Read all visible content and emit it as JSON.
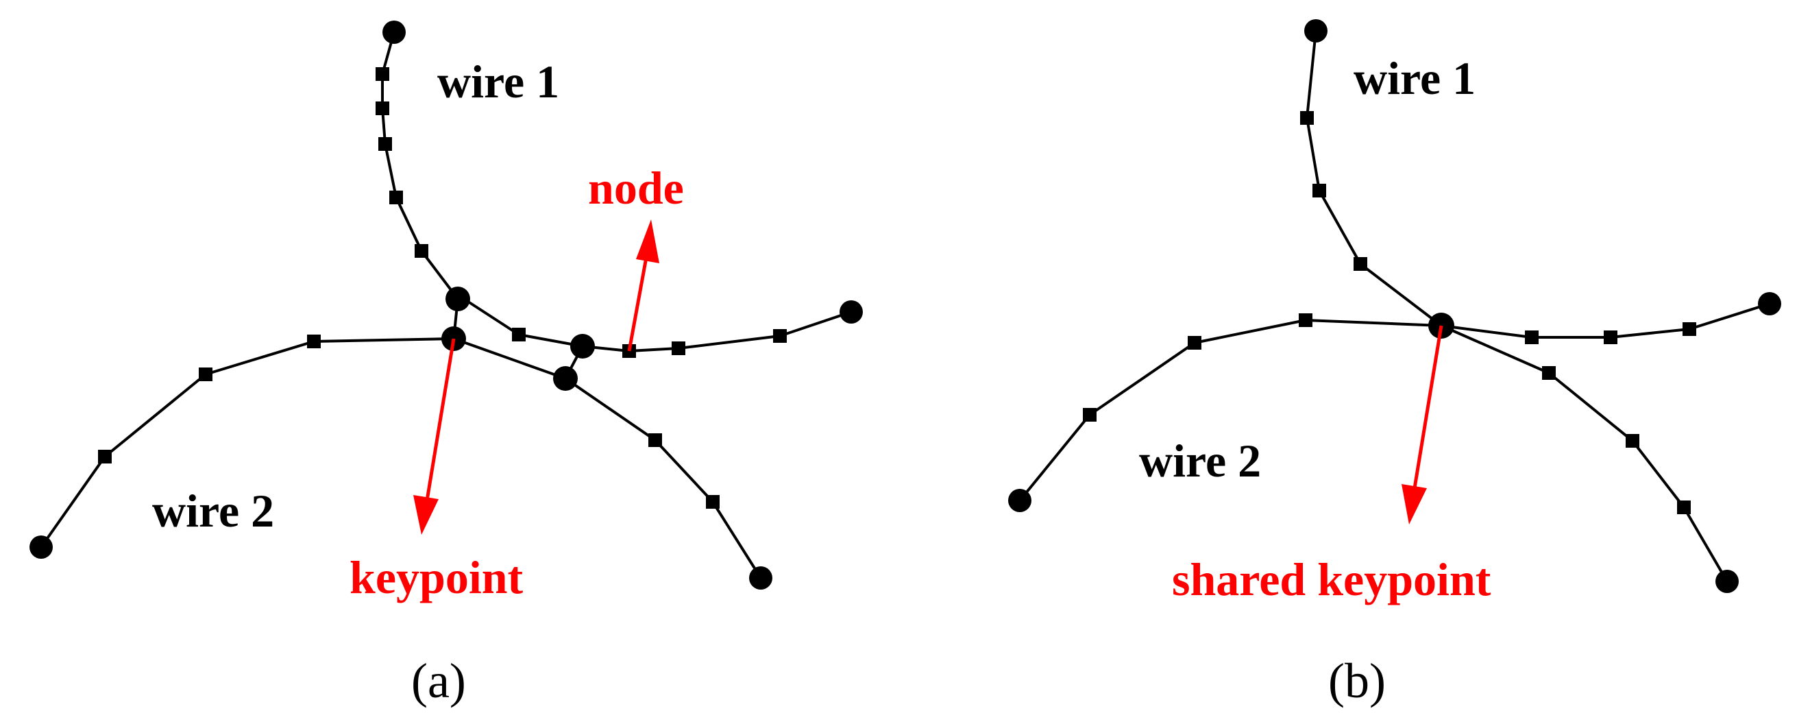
{
  "panel_a": {
    "wire1_label": "wire 1",
    "wire2_label": "wire 2",
    "node_label": "node",
    "keypoint_label": "keypoint",
    "caption": "(a)"
  },
  "panel_b": {
    "wire1_label": "wire 1",
    "wire2_label": "wire 2",
    "shared_keypoint_label": "shared keypoint",
    "caption": "(b)"
  },
  "colors": {
    "wire": "#000000",
    "annotation": "#ff0000",
    "background": "#ffffff"
  }
}
